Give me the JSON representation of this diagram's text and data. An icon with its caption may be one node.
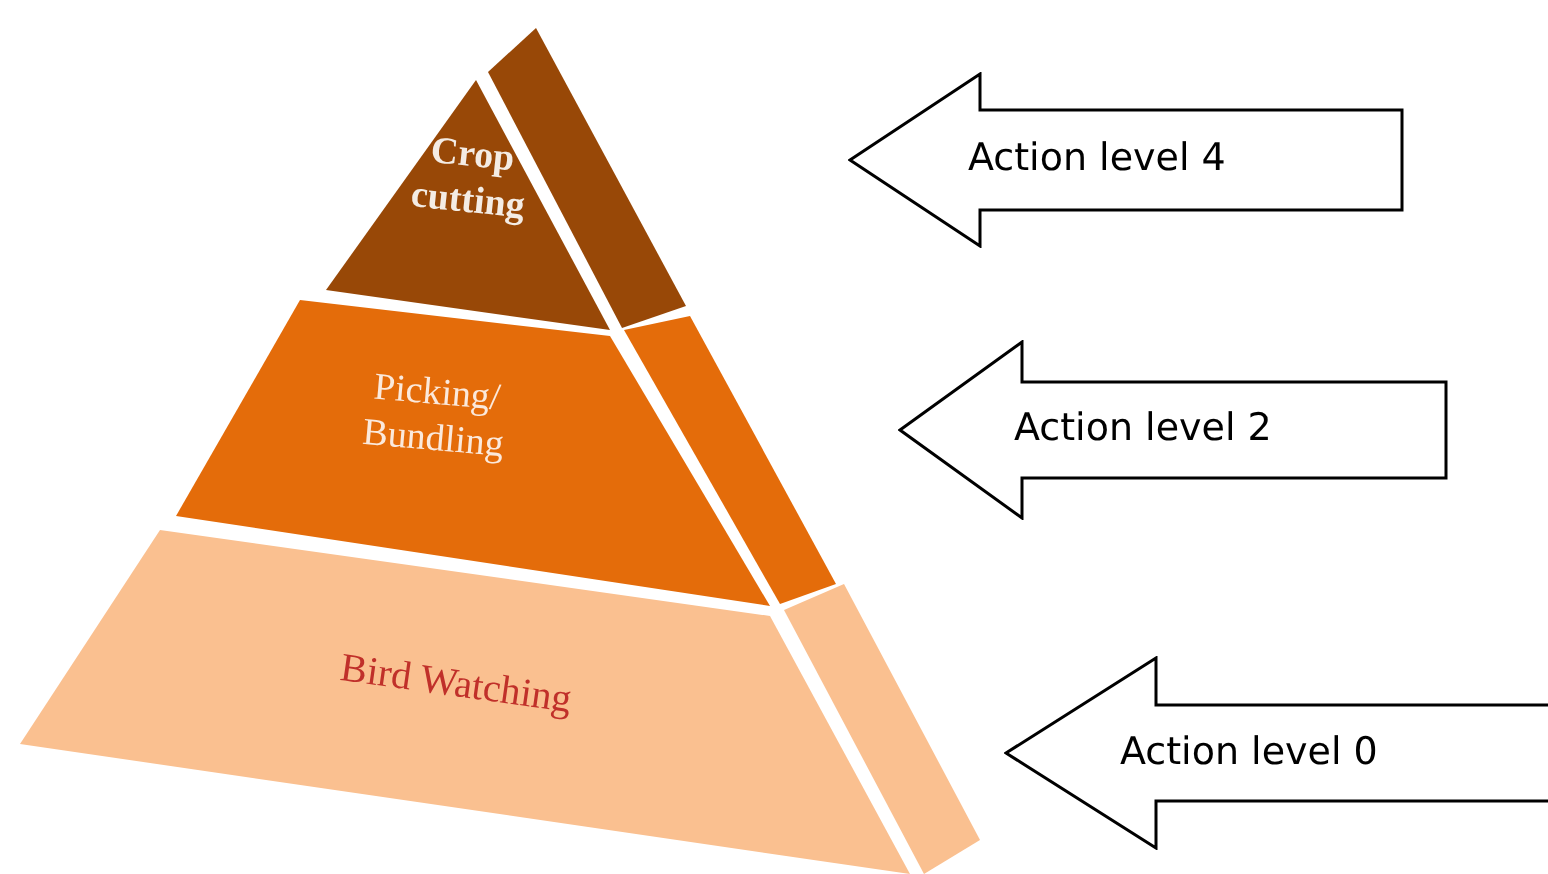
{
  "diagram": {
    "nodes": [
      {
        "text": [
          "Crop cutting"
        ]
      },
      {
        "text": [
          "Picking/ Bundling"
        ]
      },
      {
        "text": [
          "Bird Watching"
        ]
      },
      {
        "text": [
          "Action level 4"
        ]
      },
      {
        "text": [
          "Action level 2"
        ]
      },
      {
        "text": [
          "Action level 0"
        ]
      }
    ]
  }
}
